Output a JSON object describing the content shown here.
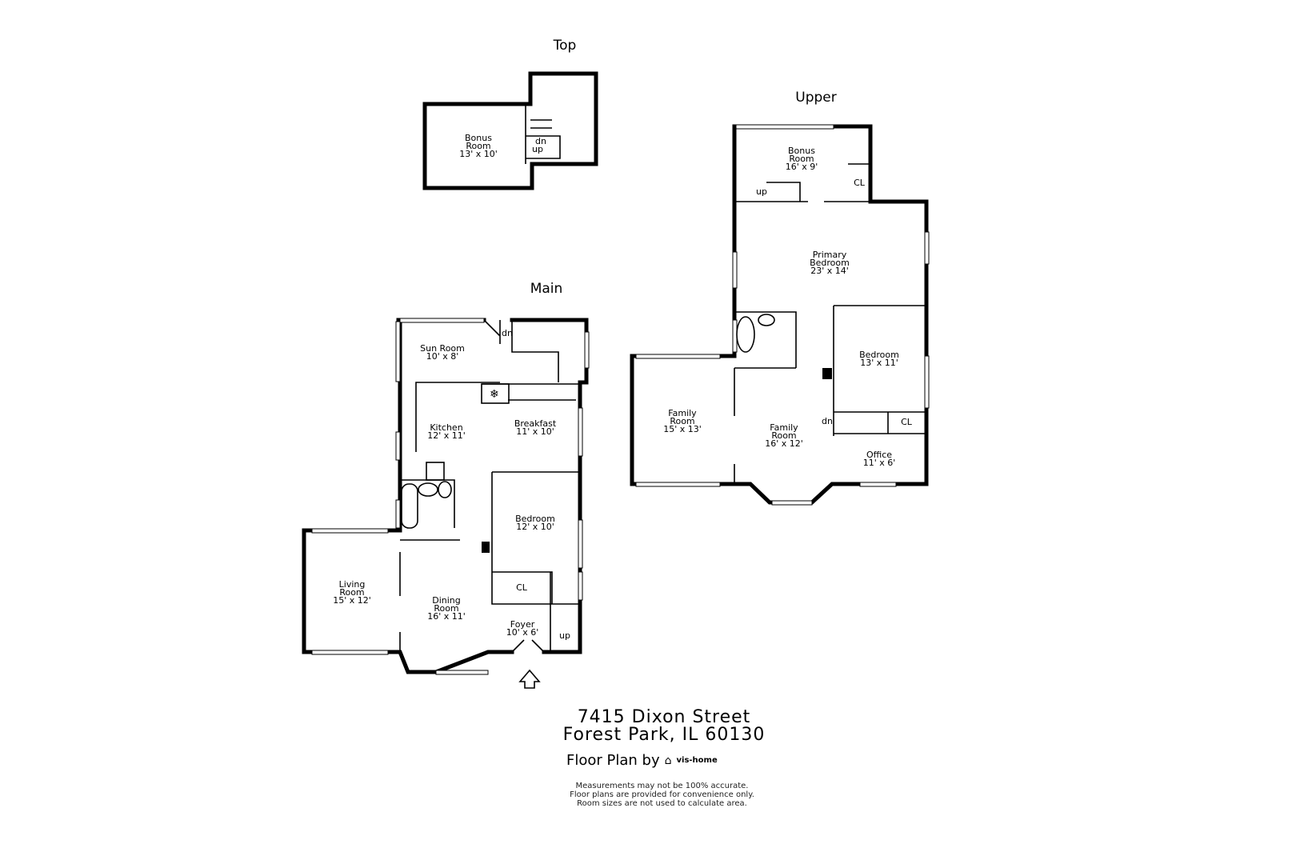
{
  "floors": {
    "top": {
      "title": "Top",
      "rooms": [
        {
          "name": "Bonus",
          "name2": "Room",
          "size": "13' x 10'"
        }
      ],
      "stairs": [
        "dn",
        "up"
      ]
    },
    "upper": {
      "title": "Upper",
      "rooms": [
        {
          "name": "Bonus",
          "name2": "Room",
          "size": "16' x 9'"
        },
        {
          "name": "Primary",
          "name2": "Bedroom",
          "size": "23' x 14'"
        },
        {
          "name": "Bedroom",
          "size": "13' x 11'"
        },
        {
          "name": "Family",
          "name2": "Room",
          "size": "15' x 13'"
        },
        {
          "name": "Family",
          "name2": "Room",
          "size": "16' x 12'"
        },
        {
          "name": "Office",
          "size": "11' x 6'"
        }
      ],
      "closets": [
        "CL",
        "CL"
      ],
      "stairs": [
        "up",
        "dn"
      ]
    },
    "main": {
      "title": "Main",
      "rooms": [
        {
          "name": "Sun Room",
          "size": "10' x 8'"
        },
        {
          "name": "Kitchen",
          "size": "12' x 11'"
        },
        {
          "name": "Breakfast",
          "size": "11' x 10'"
        },
        {
          "name": "Bedroom",
          "size": "12' x 10'"
        },
        {
          "name": "Living",
          "name2": "Room",
          "size": "15' x 12'"
        },
        {
          "name": "Dining",
          "name2": "Room",
          "size": "16' x 11'"
        },
        {
          "name": "Foyer",
          "size": "10' x 6'"
        }
      ],
      "closets": [
        "CL"
      ],
      "stairs": [
        "dn",
        "up"
      ]
    }
  },
  "address": {
    "line1": "7415 Dixon Street",
    "line2": "Forest Park, IL 60130"
  },
  "credit": {
    "label": "Floor Plan by",
    "logo": "vis-home"
  },
  "disclaimer": [
    "Measurements may not be 100% accurate.",
    "Floor plans are provided for convenience only.",
    "Room sizes are not used to calculate area."
  ]
}
